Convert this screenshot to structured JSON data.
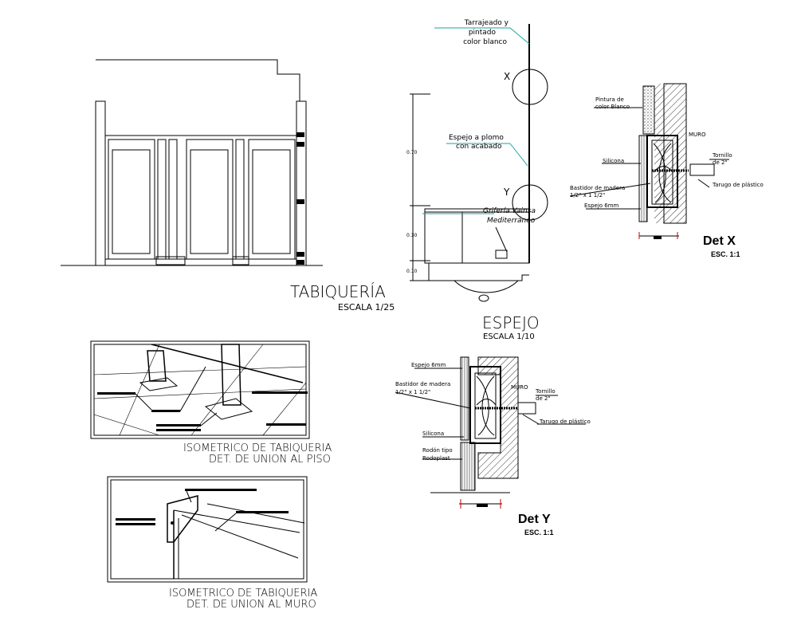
{
  "tabiqueria": {
    "title": "TABIQUERÍA",
    "scale": "ESCALA 1/25"
  },
  "espejo": {
    "title": "ESPEJO",
    "scale": "ESCALA 1/10",
    "note_tarrajeado": [
      "Tarrajeado y",
      "pintado",
      "color blanco"
    ],
    "note_espejo": [
      "Espejo a plomo",
      "con acabado"
    ],
    "note_griferia": [
      "Grifería Vainsa",
      "Mediterráneo"
    ],
    "marker_x": "X",
    "marker_y": "Y",
    "dim_070": "0.70",
    "dim_030": "0.30",
    "dim_010": "0.10"
  },
  "det_x": {
    "title": "Det X",
    "scale": "ESC. 1:1",
    "pintura": [
      "Pintura de",
      "color Blanco"
    ],
    "muro": "MURO",
    "silicona": "Silicona",
    "tornillo": [
      "Tornillo",
      "de 2\""
    ],
    "bastidor": [
      "Bastidor de madera",
      "1/2\" x 1 1/2\""
    ],
    "tarugo": "Tarugo de plástico",
    "espejo": "Espejo 6mm"
  },
  "det_y": {
    "title": "Det Y",
    "scale": "ESC. 1:1",
    "espejo": "Espejo 6mm",
    "bastidor": [
      "Bastidor de madera",
      "1/2\" x 1 1/2\""
    ],
    "muro": "MURO",
    "tornillo": [
      "Tornillo",
      "de 2\""
    ],
    "tarugo": "Tarugo de plástico",
    "silicona": "Silicona",
    "rodon": [
      "Rodón tipo",
      "Rodoplast"
    ]
  },
  "iso_piso": {
    "title": "ISOMETRICO   DE TABIQUERIA",
    "subtitle": "DET. DE UNION AL PISO"
  },
  "iso_muro": {
    "title": "ISOMETRICO   DE TABIQUERIA",
    "subtitle": "DET. DE UNION AL MURO"
  }
}
